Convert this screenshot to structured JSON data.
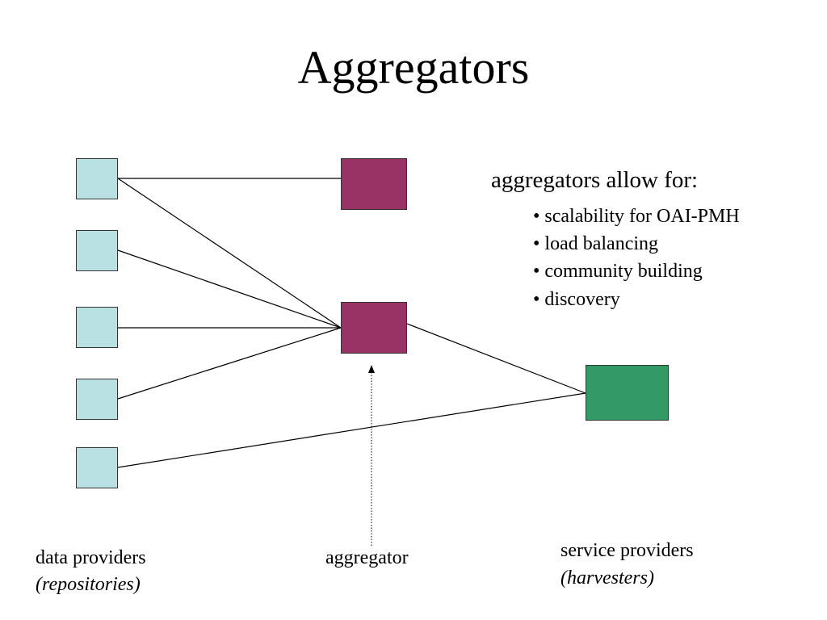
{
  "title": "Aggregators",
  "colors": {
    "data_provider": "#b9e0e3",
    "aggregator": "#993366",
    "service_provider": "#339966",
    "line": "#000000"
  },
  "nodes": {
    "data_providers_count": 5,
    "aggregators_count": 2,
    "service_providers_count": 1
  },
  "benefits": {
    "heading": "aggregators allow for:",
    "items": [
      "• scalability for OAI-PMH",
      "• load balancing",
      "• community building",
      "• discovery"
    ]
  },
  "labels": {
    "data_providers": "data providers",
    "data_providers_sub": "(repositories)",
    "aggregator": "aggregator",
    "service_providers": "service providers",
    "service_providers_sub": "(harvesters)"
  }
}
